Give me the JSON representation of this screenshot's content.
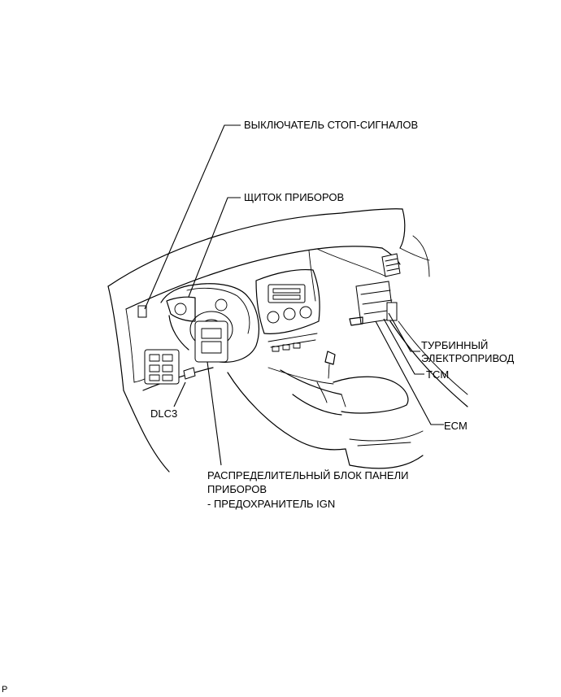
{
  "labels": {
    "brake_switch": "ВЫКЛЮЧАТЕЛЬ СТОП-СИГНАЛОВ",
    "combination_meter": "ЩИТОК ПРИБОРОВ",
    "turbo_motor_line1": "ТУРБИННЫЙ",
    "turbo_motor_line2": "ЭЛЕКТРОПРИВОД",
    "tcm": "TCM",
    "ecm": "ECM",
    "dlc3": "DLC3",
    "junction_block_line1": "РАСПРЕДЕЛИТЕЛЬНЫЙ БЛОК ПАНЕЛИ",
    "junction_block_line2": "ПРИБОРОВ",
    "ign_fuse": "- ПРЕДОХРАНИТЕЛЬ IGN"
  },
  "corner_mark": "P"
}
